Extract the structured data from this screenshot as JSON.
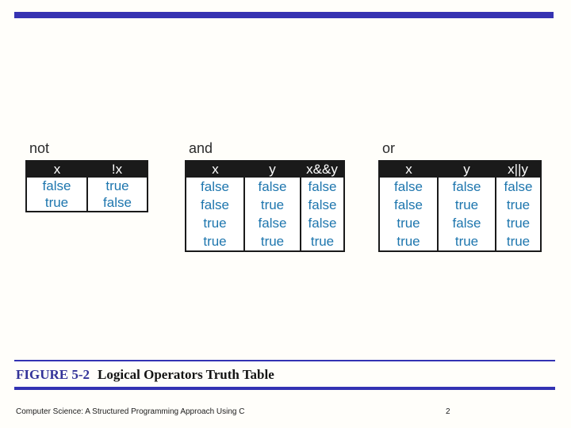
{
  "colors": {
    "accent_bar": "#3633b2",
    "rule_line": "#3333b3",
    "figure_label": "#333399",
    "table_header_bg": "#1a1a1a",
    "table_header_text": "#ffffff",
    "table_value_text": "#1e76ae",
    "table_border": "#1a1a1a",
    "slide_bg": "#fffefa"
  },
  "tables": [
    {
      "label": "not",
      "headers": [
        "x",
        "!x"
      ],
      "rows": [
        [
          "false",
          "true"
        ],
        [
          "true",
          "false"
        ]
      ]
    },
    {
      "label": "and",
      "headers": [
        "x",
        "y",
        "x&&y"
      ],
      "rows": [
        [
          "false",
          "false",
          "false"
        ],
        [
          "false",
          "true",
          "false"
        ],
        [
          "true",
          "false",
          "false"
        ],
        [
          "true",
          "true",
          "true"
        ]
      ]
    },
    {
      "label": "or",
      "headers": [
        "x",
        "y",
        "x||y"
      ],
      "rows": [
        [
          "false",
          "false",
          "false"
        ],
        [
          "false",
          "true",
          "true"
        ],
        [
          "true",
          "false",
          "true"
        ],
        [
          "true",
          "true",
          "true"
        ]
      ]
    }
  ],
  "caption": {
    "figure_label": "FIGURE 5-2",
    "figure_title": "Logical Operators Truth Table"
  },
  "footer": {
    "book_title": "Computer Science: A Structured Programming Approach Using C",
    "page_number": "2"
  }
}
